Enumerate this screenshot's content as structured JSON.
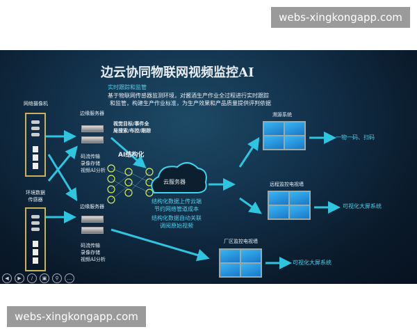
{
  "watermark": "webs-xingkongapp.com",
  "title": "边云协同物联网视频监控AI",
  "subtitle": "实时跟踪和监管",
  "desc_line1": "基于物联网传感器监测环境，对酱酒生产作业全过程进行实时跟踪",
  "desc_line2": "和监管，构建生产作业标准，为生产效果和产品质量提供评判依据",
  "camera_label": "网络摄像机",
  "sensor_label": "环境数据传感器",
  "edge_server_top": "边缘服务器",
  "edge_server_bottom": "边缘服务器",
  "edge_top_features": [
    "码流传输",
    "录像存储",
    "视频AI分析"
  ],
  "edge_bottom_features": [
    "码流传输",
    "录像存储",
    "视频AI分析"
  ],
  "visual_target": [
    "视觉目标/事件全",
    "局搜索/布控/跟踪"
  ],
  "ai_label": "AI结构化",
  "cloud_label": "云服务器",
  "cloud_notes": [
    "结构化数据上传云端",
    "节约网络管道成本",
    "结构化数据自动关联",
    "调阅原始视频"
  ],
  "trace_label": "溯源系统",
  "trace_output": "一物一码、扫码",
  "remote_label": "远程监控电视墙",
  "remote_output": "可视化大屏系统",
  "plant_label": "厂区监控电视墙",
  "plant_output": "可视化大屏系统",
  "controls": [
    "prev-icon",
    "next-icon",
    "pen-icon",
    "slides-icon",
    "zoom-icon",
    "more-icon"
  ],
  "colors": {
    "accent": "#2fc4e0",
    "frame": "#c9b25a"
  }
}
